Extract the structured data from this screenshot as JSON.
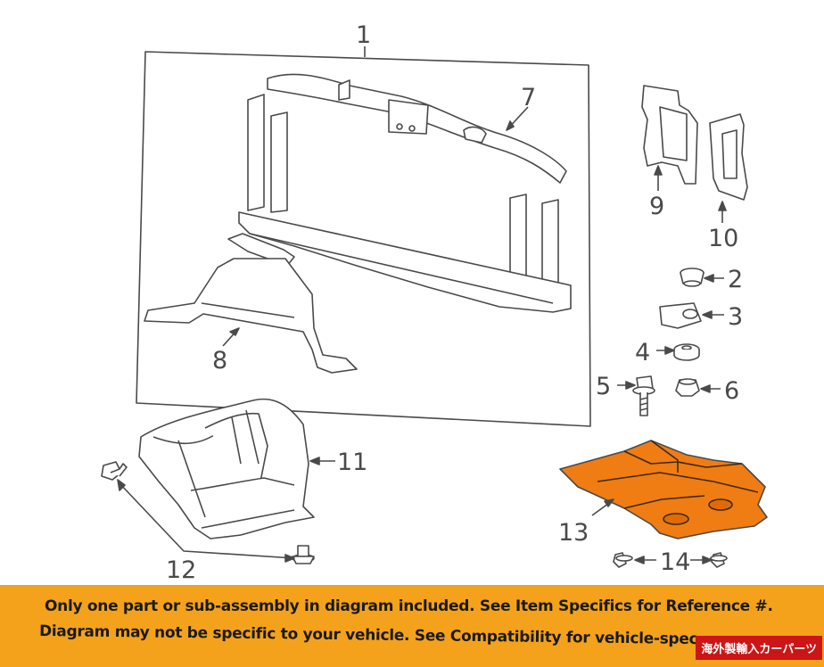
{
  "callouts": {
    "c1": "1",
    "c2": "2",
    "c3": "3",
    "c4": "4",
    "c5": "5",
    "c6": "6",
    "c7": "7",
    "c8": "8",
    "c9": "9",
    "c10": "10",
    "c11": "11",
    "c12": "12",
    "c13": "13",
    "c14": "14"
  },
  "notice": {
    "line1": "Only one part or sub-assembly in diagram included. See Item Specifics for Reference #.",
    "line2": "Diagram may not be specific to your vehicle. See Compatibility for vehicle-spec"
  },
  "badge": {
    "text": "海外製輸入カーパーツ"
  },
  "colors": {
    "highlight_part": "#f07c14",
    "banner": "#f4a21b",
    "badge": "#cc1515",
    "line": "#4a4a4a"
  }
}
